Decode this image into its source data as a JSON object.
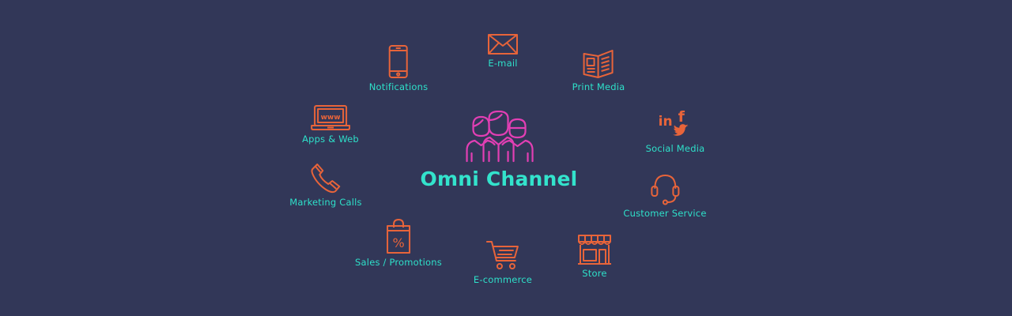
{
  "colors": {
    "background": "#323758",
    "icon": "#e8643a",
    "label": "#2ee0c9",
    "people": "#e23fb4",
    "title": "#33e3cc"
  },
  "center": {
    "title": "Omni Channel",
    "icon": "people-group-icon"
  },
  "channels": [
    {
      "id": "email",
      "label": "E-mail",
      "icon": "envelope-icon"
    },
    {
      "id": "notifications",
      "label": "Notifications",
      "icon": "smartphone-icon"
    },
    {
      "id": "print-media",
      "label": "Print Media",
      "icon": "newspaper-icon"
    },
    {
      "id": "apps-web",
      "label": "Apps & Web",
      "icon": "laptop-icon",
      "icon_text": "www"
    },
    {
      "id": "social-media",
      "label": "Social Media",
      "icon": "social-logos-icon",
      "icon_text": {
        "linkedin": "in",
        "facebook": "f"
      }
    },
    {
      "id": "marketing-calls",
      "label": "Marketing Calls",
      "icon": "phone-handset-icon"
    },
    {
      "id": "customer-service",
      "label": "Customer Service",
      "icon": "headset-icon"
    },
    {
      "id": "sales-promotions",
      "label": "Sales / Promotions",
      "icon": "shopping-bag-icon",
      "icon_text": "%"
    },
    {
      "id": "store",
      "label": "Store",
      "icon": "storefront-icon"
    },
    {
      "id": "e-commerce",
      "label": "E-commerce",
      "icon": "shopping-cart-icon"
    }
  ]
}
